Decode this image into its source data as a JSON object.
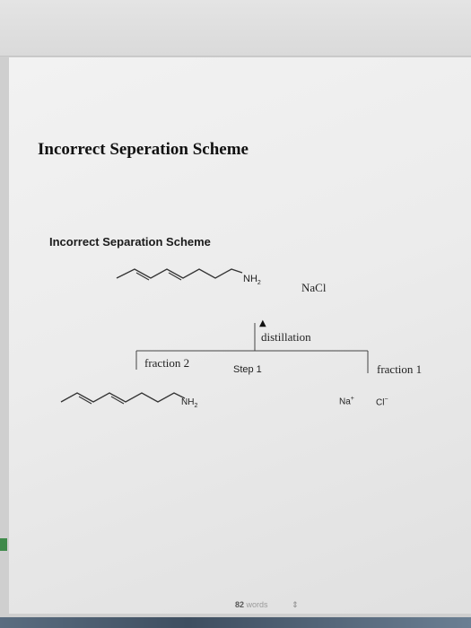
{
  "document": {
    "heading": "Incorrect Seperation Scheme"
  },
  "scheme": {
    "title": "Incorrect Separation Scheme",
    "reactant_amine_label": "NH",
    "reactant_amine_sub": "2",
    "salt_label": "NaCl",
    "arrow_label": "distillation",
    "step_label": "Step 1",
    "fraction_left_label": "fraction 2",
    "fraction_right_label": "fraction 1",
    "product_amine_label": "NH",
    "product_amine_sub": "2",
    "cation_label": "Na",
    "cation_charge": "+",
    "anion_label": "Cl",
    "anion_charge": "−"
  },
  "status_bar": {
    "word_count": "82",
    "word_unit": "words"
  },
  "colors": {
    "ink": "#222222",
    "page": "#efefef",
    "taskbar": "#4a5b6d"
  }
}
